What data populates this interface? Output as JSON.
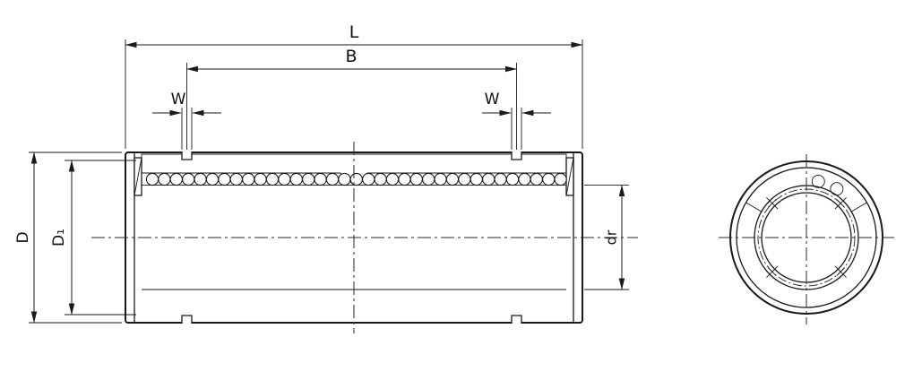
{
  "dimensions": {
    "overall_length": "L",
    "body_length": "B",
    "groove_width_left": "W",
    "groove_width_right": "W",
    "outer_diameter": "D",
    "groove_diameter": "D₁",
    "shaft_diameter": "dr"
  },
  "colors": {
    "line": "#1a1a1a",
    "section_fill": "#d6d6d6",
    "background": "#ffffff"
  }
}
